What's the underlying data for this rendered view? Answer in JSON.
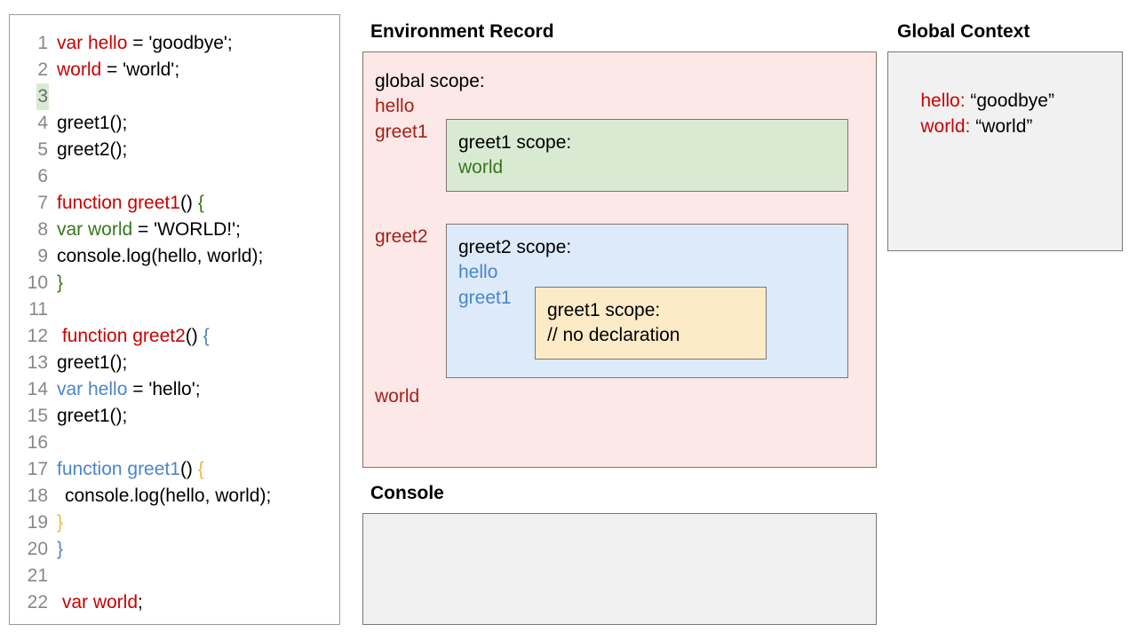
{
  "editor": {
    "name": "javascript-source-editor",
    "lines": [
      {
        "n": "1",
        "highlight": false,
        "indent": 0,
        "tokens": [
          {
            "t": "var hello",
            "c": "red"
          },
          {
            "t": " = 'goodbye';",
            "c": "blk"
          }
        ]
      },
      {
        "n": "2",
        "highlight": false,
        "indent": 0,
        "tokens": [
          {
            "t": "world",
            "c": "red"
          },
          {
            "t": " = 'world';",
            "c": "blk"
          }
        ]
      },
      {
        "n": "3",
        "highlight": true,
        "indent": 0,
        "tokens": []
      },
      {
        "n": "4",
        "highlight": false,
        "indent": 0,
        "tokens": [
          {
            "t": "greet1();",
            "c": "blk"
          }
        ]
      },
      {
        "n": "5",
        "highlight": false,
        "indent": 0,
        "tokens": [
          {
            "t": "greet2();",
            "c": "blk"
          }
        ]
      },
      {
        "n": "6",
        "highlight": false,
        "indent": 0,
        "tokens": []
      },
      {
        "n": "7",
        "highlight": false,
        "indent": 0,
        "tokens": [
          {
            "t": "function greet1",
            "c": "red"
          },
          {
            "t": "() ",
            "c": "blk"
          },
          {
            "t": "{",
            "c": "green"
          }
        ]
      },
      {
        "n": "8",
        "highlight": false,
        "indent": 1,
        "tokens": [
          {
            "t": "var world",
            "c": "green"
          },
          {
            "t": " = 'WORLD!';",
            "c": "blk"
          }
        ]
      },
      {
        "n": "9",
        "highlight": false,
        "indent": 1,
        "tokens": [
          {
            "t": "console.log(hello, world);",
            "c": "blk"
          }
        ]
      },
      {
        "n": "10",
        "highlight": false,
        "indent": 0,
        "tokens": [
          {
            "t": "}",
            "c": "green"
          }
        ]
      },
      {
        "n": "11",
        "highlight": false,
        "indent": 0,
        "tokens": []
      },
      {
        "n": "12",
        "highlight": false,
        "indent": 0,
        "tokens": [
          {
            "t": " function greet2",
            "c": "red"
          },
          {
            "t": "() ",
            "c": "blk"
          },
          {
            "t": "{",
            "c": "blue"
          }
        ]
      },
      {
        "n": "13",
        "highlight": false,
        "indent": 1,
        "tokens": [
          {
            "t": "greet1();",
            "c": "blk"
          }
        ]
      },
      {
        "n": "14",
        "highlight": false,
        "indent": 1,
        "tokens": [
          {
            "t": "var hello",
            "c": "blue"
          },
          {
            "t": " = 'hello';",
            "c": "blk"
          }
        ]
      },
      {
        "n": "15",
        "highlight": false,
        "indent": 1,
        "tokens": [
          {
            "t": "greet1();",
            "c": "blk"
          }
        ]
      },
      {
        "n": "16",
        "highlight": false,
        "indent": 0,
        "tokens": []
      },
      {
        "n": "17",
        "highlight": false,
        "indent": 1,
        "tokens": [
          {
            "t": "function greet1",
            "c": "blue"
          },
          {
            "t": "() ",
            "c": "blk"
          },
          {
            "t": "{",
            "c": "orange"
          }
        ]
      },
      {
        "n": "18",
        "highlight": false,
        "indent": 2,
        "tokens": [
          {
            "t": "console.log(hello, world);",
            "c": "blk"
          }
        ]
      },
      {
        "n": "19",
        "highlight": false,
        "indent": 1,
        "tokens": [
          {
            "t": "}",
            "c": "orange"
          }
        ]
      },
      {
        "n": "20",
        "highlight": false,
        "indent": 0,
        "tokens": [
          {
            "t": "}",
            "c": "blue"
          }
        ]
      },
      {
        "n": "21",
        "highlight": false,
        "indent": 0,
        "tokens": []
      },
      {
        "n": "22",
        "highlight": false,
        "indent": 0,
        "tokens": [
          {
            "t": " var world",
            "c": "red"
          },
          {
            "t": ";",
            "c": "blk"
          }
        ]
      }
    ]
  },
  "environment_record": {
    "title": "Environment Record",
    "global_scope": {
      "label": "global scope:",
      "bindings": [
        "hello",
        "greet1",
        "greet2",
        "world"
      ]
    },
    "greet1_scope": {
      "label": "greet1 scope:",
      "bindings": [
        "world"
      ]
    },
    "greet2_scope": {
      "label": "greet2 scope:",
      "bindings": [
        "hello",
        "greet1"
      ]
    },
    "greet1_inner_scope": {
      "label": "greet1 scope:",
      "bindings": [
        "// no declaration"
      ]
    }
  },
  "console": {
    "title": "Console",
    "output": ""
  },
  "global_context": {
    "title": "Global Context",
    "entries": [
      {
        "key": "hello:",
        "value": " “goodbye”"
      },
      {
        "key": "world:",
        "value": " “world”"
      }
    ]
  },
  "colors": {
    "red": "#cc0000",
    "dark_red": "#a52019",
    "green": "#38761d",
    "blue": "#4a86c8",
    "orange": "#e8b84b",
    "env_record_bg": "#fce8e6",
    "greet1_scope_bg": "#d9ead3",
    "greet2_scope_bg": "#ddeafa",
    "greet1_inner_bg": "#fdebc8",
    "panel_bg": "#f1f1f1",
    "border": "#7f7572",
    "line_highlight": "#d9ead3"
  }
}
